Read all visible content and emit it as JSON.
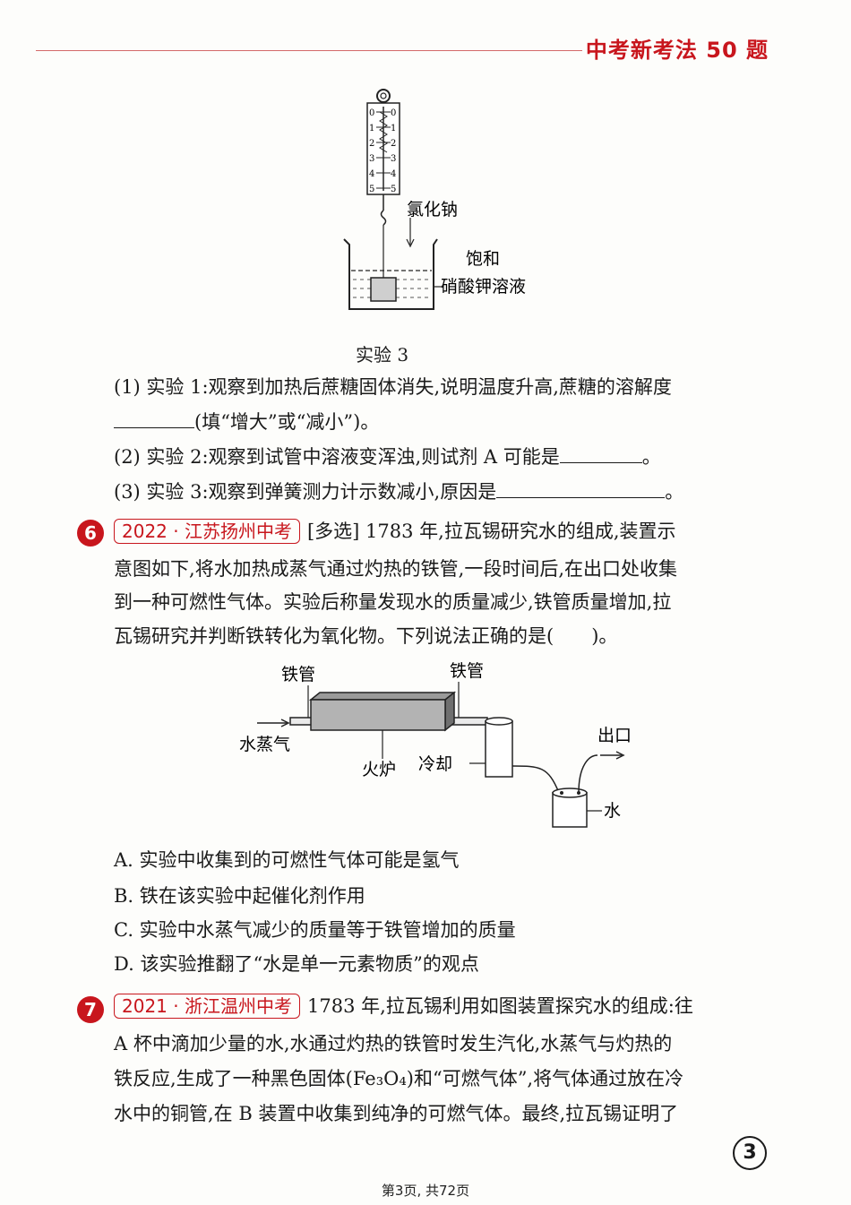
{
  "header": {
    "title": "中考新考法 50 题"
  },
  "figure1": {
    "scale_ticks": [
      "0",
      "1",
      "2",
      "3",
      "4",
      "5"
    ],
    "label_nacl": "氯化钠",
    "label_saturated": "饱和",
    "label_solution": "硝酸钾溶液",
    "caption": "实验 3"
  },
  "q5": {
    "p1_line1": "(1) 实验 1:观察到加热后蔗糖固体消失,说明温度升高,蔗糖的溶解度",
    "p1_line2": "(填“增大”或“减小”)。",
    "p2": "(2) 实验 2:观察到试管中溶液变浑浊,则试剂 A 可能是",
    "p3": "(3) 实验 3:观察到弹簧测力计示数减小,原因是",
    "period": "。"
  },
  "q6": {
    "number": "6",
    "tag": "2022 · 江苏扬州中考",
    "line1": "[多选] 1783 年,拉瓦锡研究水的组成,装置示",
    "line2": "意图如下,将水加热成蒸气通过灼热的铁管,一段时间后,在出口处收集",
    "line3": "到一种可燃性气体。实验后称量发现水的质量减少,铁管质量增加,拉",
    "line4": "瓦锡研究并判断铁转化为氧化物。下列说法正确的是(　　)。",
    "figure": {
      "iron_pipe_left": "铁管",
      "iron_pipe_right": "铁管",
      "steam": "水蒸气",
      "furnace": "火炉",
      "cooling": "冷却",
      "outlet": "出口",
      "water": "水"
    },
    "options": [
      "A. 实验中收集到的可燃性气体可能是氢气",
      "B. 铁在该实验中起催化剂作用",
      "C. 实验中水蒸气减少的质量等于铁管增加的质量",
      "D. 该实验推翻了“水是单一元素物质”的观点"
    ]
  },
  "q7": {
    "number": "7",
    "tag": "2021 · 浙江温州中考",
    "line1": "1783 年,拉瓦锡利用如图装置探究水的组成:往",
    "line2": "A 杯中滴加少量的水,水通过灼热的铁管时发生汽化,水蒸气与灼热的",
    "line3": "铁反应,生成了一种黑色固体(Fe₃O₄)和“可燃气体”,将气体通过放在冷",
    "line4": "水中的铜管,在 B 装置中收集到纯净的可燃气体。最终,拉瓦锡证明了"
  },
  "page_badge": "3",
  "footer": "第3页, 共72页"
}
